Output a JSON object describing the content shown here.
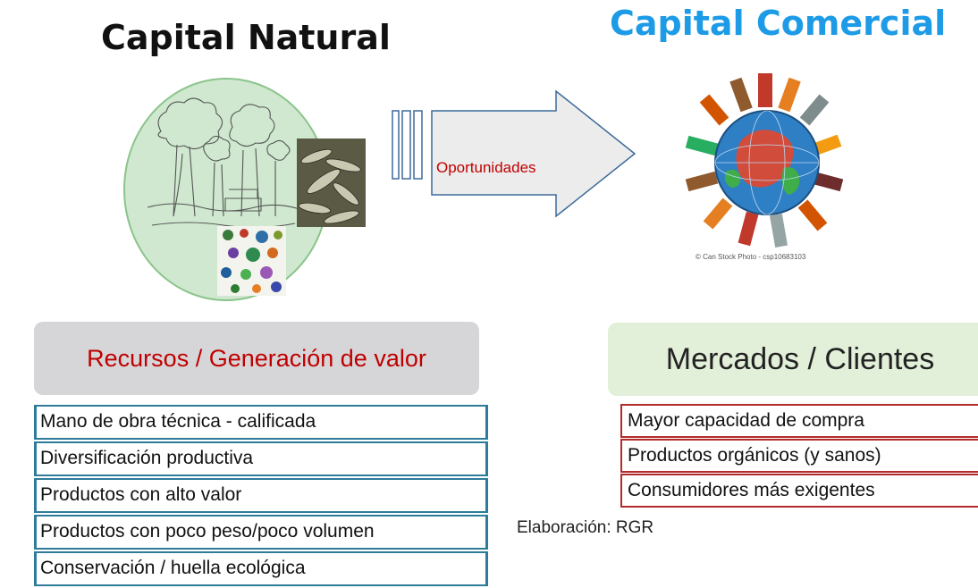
{
  "titles": {
    "natural": "Capital Natural",
    "comercial": "Capital Comercial"
  },
  "arrow": {
    "label": "Oportunidades"
  },
  "globe": {
    "photo_credit": "© Can Stock Photo - csp10683103"
  },
  "recursos": {
    "header": "Recursos / Generación de valor",
    "items": [
      "Mano de obra técnica - calificada",
      "Diversificación productiva",
      "Productos con alto valor",
      "Productos con poco peso/poco volumen",
      "Conservación / huella ecológica"
    ]
  },
  "mercados": {
    "header": "Mercados / Clientes",
    "items": [
      "Mayor capacidad de compra",
      "Productos orgánicos (y sanos)",
      "Consumidores más exigentes"
    ]
  },
  "credit": "Elaboración: RGR",
  "colors": {
    "comercial_title": "#1e9be6",
    "arrow_label": "#c00000",
    "recursos_border": "#2e7c99",
    "mercados_border": "#b22b2b"
  }
}
